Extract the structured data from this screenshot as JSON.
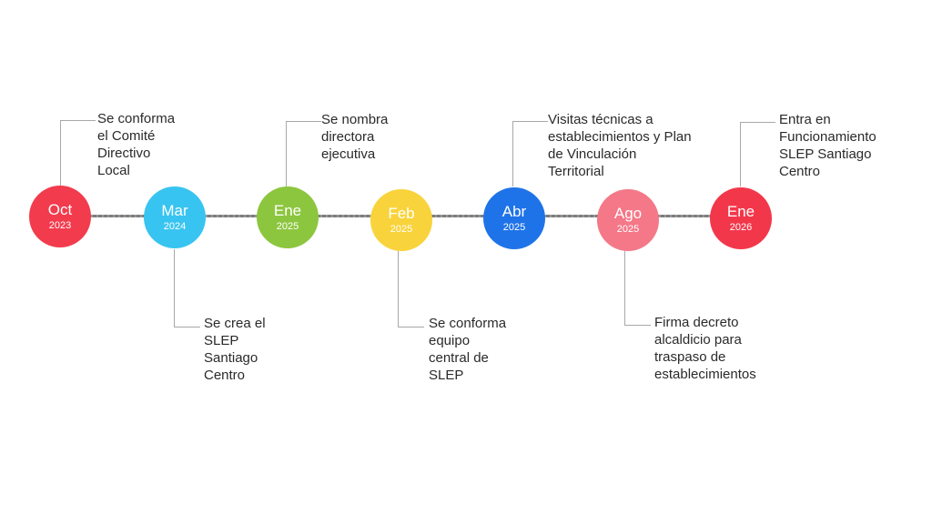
{
  "timeline": {
    "milestones": [
      {
        "month": "Oct",
        "year": "2023",
        "color": "#f23b4d",
        "position": "above",
        "text": "Se conforma\nel Comité\nDirectivo\nLocal"
      },
      {
        "month": "Mar",
        "year": "2024",
        "color": "#38c4f0",
        "position": "below",
        "text": "Se crea el\nSLEP\nSantiago\nCentro"
      },
      {
        "month": "Ene",
        "year": "2025",
        "color": "#8cc63e",
        "position": "above",
        "text": "Se nombra\ndirectora\nejecutiva"
      },
      {
        "month": "Feb",
        "year": "2025",
        "color": "#f9d33b",
        "position": "below",
        "text": "Se conforma\nequipo\ncentral de\nSLEP"
      },
      {
        "month": "Abr",
        "year": "2025",
        "color": "#1f73e8",
        "position": "above",
        "text": "Visitas técnicas a\nestablecimientos y Plan\nde Vinculación\nTerritorial"
      },
      {
        "month": "Ago",
        "year": "2025",
        "color": "#f47888",
        "position": "below",
        "text": "Firma decreto\nalcaldicio para\ntraspaso de\nestablecimientos"
      },
      {
        "month": "Ene",
        "year": "2026",
        "color": "#f3374b",
        "position": "above",
        "text": "Entra en\nFuncionamiento\nSLEP Santiago\nCentro"
      }
    ]
  }
}
